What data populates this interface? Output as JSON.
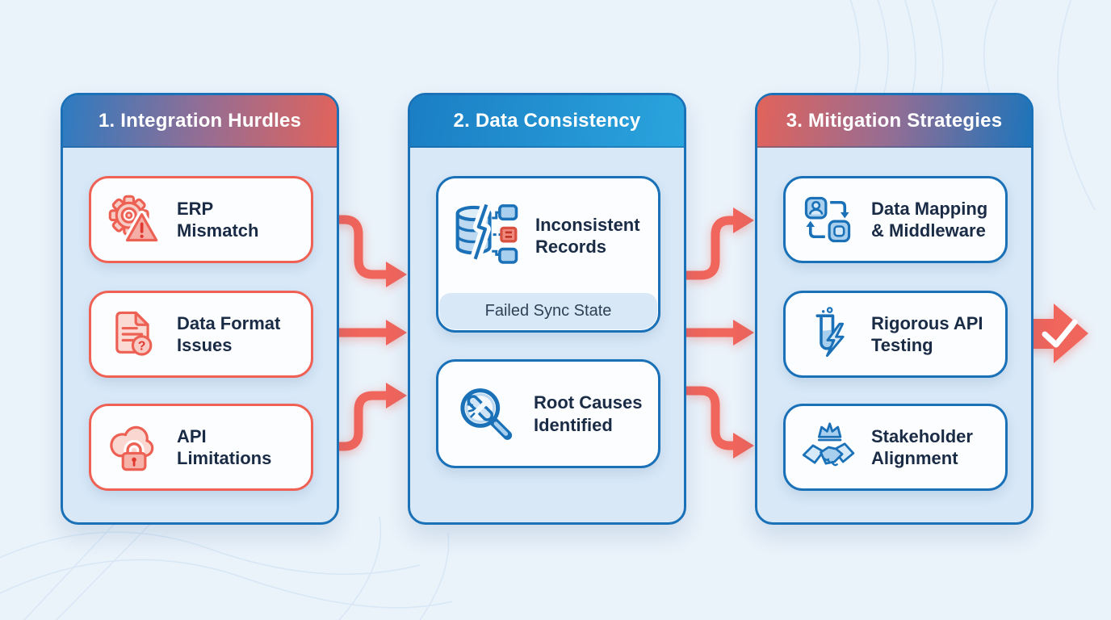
{
  "palette": {
    "background": "#eaf2fa",
    "panel_fill": "#d8e8f7",
    "panel_border": "#1a71b7",
    "card_fill": "#fcfdff",
    "coral_accent": "#ee6154",
    "arrow_color": "#f0655c",
    "label_text": "#1a2b45",
    "header_text": "#ffffff",
    "caption_strip": "#d9e8f7",
    "header1_gradient": [
      "#2d7bc1",
      "#e2635b"
    ],
    "header2_gradient": [
      "#1b7ec4",
      "#2aa4dd"
    ],
    "header3_gradient": [
      "#e2635b",
      "#1d74ba"
    ]
  },
  "columns": [
    {
      "title": "1. Integration Hurdles",
      "accent": "coral",
      "items": [
        {
          "line1": "ERP",
          "line2": "Mismatch",
          "icon": "gear-warning-icon"
        },
        {
          "line1": "Data Format",
          "line2": "Issues",
          "icon": "document-question-icon"
        },
        {
          "line1": "API",
          "line2": "Limitations",
          "icon": "cloud-lock-icon"
        }
      ]
    },
    {
      "title": "2. Data Consistency",
      "accent": "blue",
      "items": [
        {
          "line1": "Inconsistent",
          "line2": "Records",
          "icon": "broken-database-icon",
          "caption": "Failed Sync State"
        },
        {
          "line1": "Root Causes",
          "line2": "Identified",
          "icon": "magnifier-broken-link-icon"
        }
      ]
    },
    {
      "title": "3. Mitigation Strategies",
      "accent": "blue",
      "items": [
        {
          "line1": "Data Mapping",
          "line2": "& Middleware",
          "icon": "user-data-sync-icon"
        },
        {
          "line1": "Rigorous API",
          "line2": "Testing",
          "icon": "test-tube-lightning-icon"
        },
        {
          "line1": "Stakeholder",
          "line2": "Alignment",
          "icon": "handshake-crown-icon"
        }
      ]
    }
  ],
  "connectors": {
    "color": "#f0655c",
    "between_col1_col2": 3,
    "between_col2_col3": 3,
    "final_arrow": {
      "icon": "checkmark-icon",
      "color": "#f0655c"
    }
  }
}
